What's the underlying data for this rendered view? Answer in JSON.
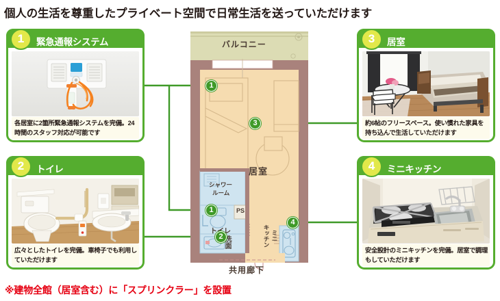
{
  "page": {
    "title": "個人の生活を尊重したプライベート空間で日常生活を送っていただけます",
    "footer_note": "※建物全館（居室含む）に「スプリンクラー」を設置",
    "accent_green": "#55ad2f",
    "marker_green": "#3f9a28",
    "badge_yellow": "#e2e84a",
    "note_red": "#e60012",
    "wall_color": "#a9827c",
    "room_color": "#f6dcb0",
    "wet_color": "#cfe4f0",
    "balcony_color": "#dcdcb4",
    "caption_bg": "#fdfbec"
  },
  "panels": [
    {
      "number": "1",
      "title": "緊急通報システム",
      "caption": "各居室に2箇所緊急通報システムを完備。24時間のスタッフ対応が可能です",
      "photo_alt": "emergency-call-system-photo"
    },
    {
      "number": "2",
      "title": "トイレ",
      "caption": "広々としたトイレを完備。車椅子でも利用していただけます",
      "photo_alt": "accessible-toilet-photo"
    },
    {
      "number": "3",
      "title": "居室",
      "caption": "約6帖のフリースペース。使い慣れた家具を持ち込んで生活していただけます",
      "photo_alt": "private-room-photo"
    },
    {
      "number": "4",
      "title": "ミニキッチン",
      "caption": "安全設計のミニキッチンを完備。居室で調理もしていただけます",
      "photo_alt": "mini-kitchen-photo"
    }
  ],
  "floorplan": {
    "rooms": {
      "balcony": "バルコニー",
      "living": "居室",
      "shower": "シャワールーム",
      "shower_line1": "シャワー",
      "shower_line2": "ルーム",
      "toilet": "トイレ",
      "washbasin": "洗面",
      "ps": "PS",
      "mini": "ミニ",
      "kitchen": "キッチン",
      "corridor": "共用廊下"
    },
    "markers": [
      {
        "number": "1",
        "target": "emergency-call-in-living"
      },
      {
        "number": "1",
        "target": "emergency-call-in-toilet"
      },
      {
        "number": "2",
        "target": "toilet-area"
      },
      {
        "number": "3",
        "target": "living-room-area"
      },
      {
        "number": "4",
        "target": "mini-kitchen-area"
      }
    ]
  }
}
